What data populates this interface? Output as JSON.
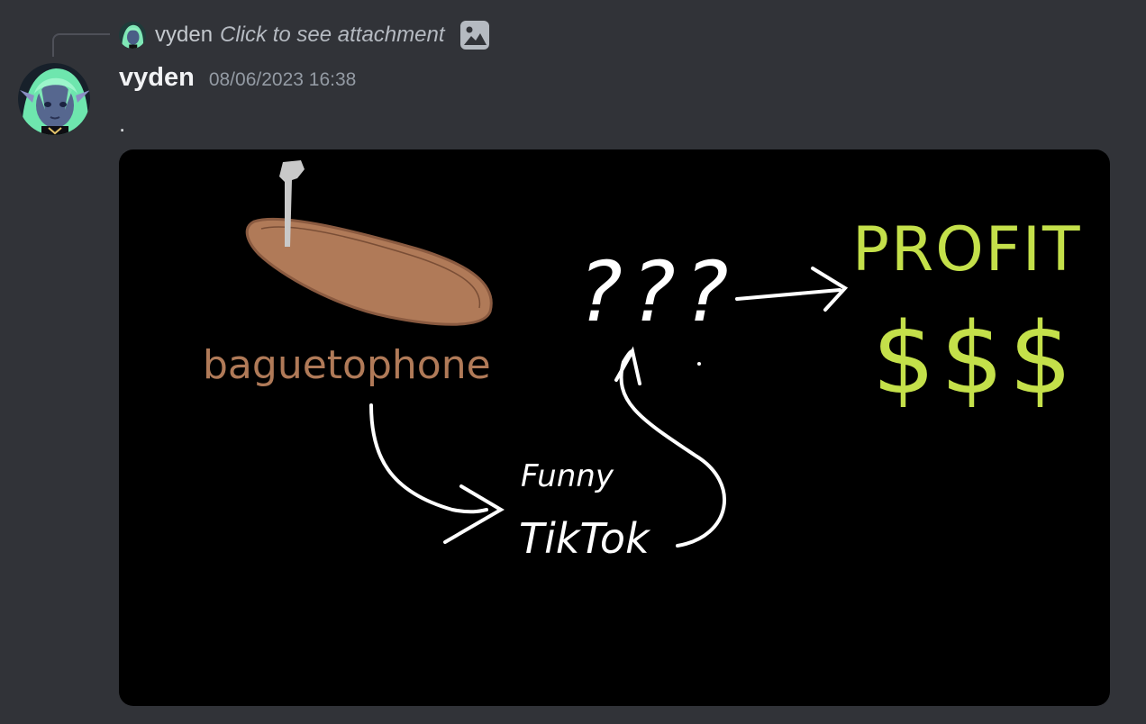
{
  "reply": {
    "author": "vyden",
    "text": "Click to see attachment",
    "icon": "image-icon"
  },
  "message": {
    "author": "vyden",
    "timestamp": "08/06/2023 16:38",
    "content": ".",
    "attachment": {
      "icon_names": [
        "paint-drawing"
      ],
      "label_baguette": "baguetophone",
      "label_funny": "Funny",
      "label_tiktok": "TikTok",
      "label_profit": "PROFIT",
      "label_money": "$$$",
      "label_questions": "???"
    }
  },
  "colors": {
    "background": "#313338",
    "author": "#f2f3f5",
    "timestamp": "#949ba4",
    "baguette": "#b07a58",
    "profit": "#c4e04a"
  }
}
